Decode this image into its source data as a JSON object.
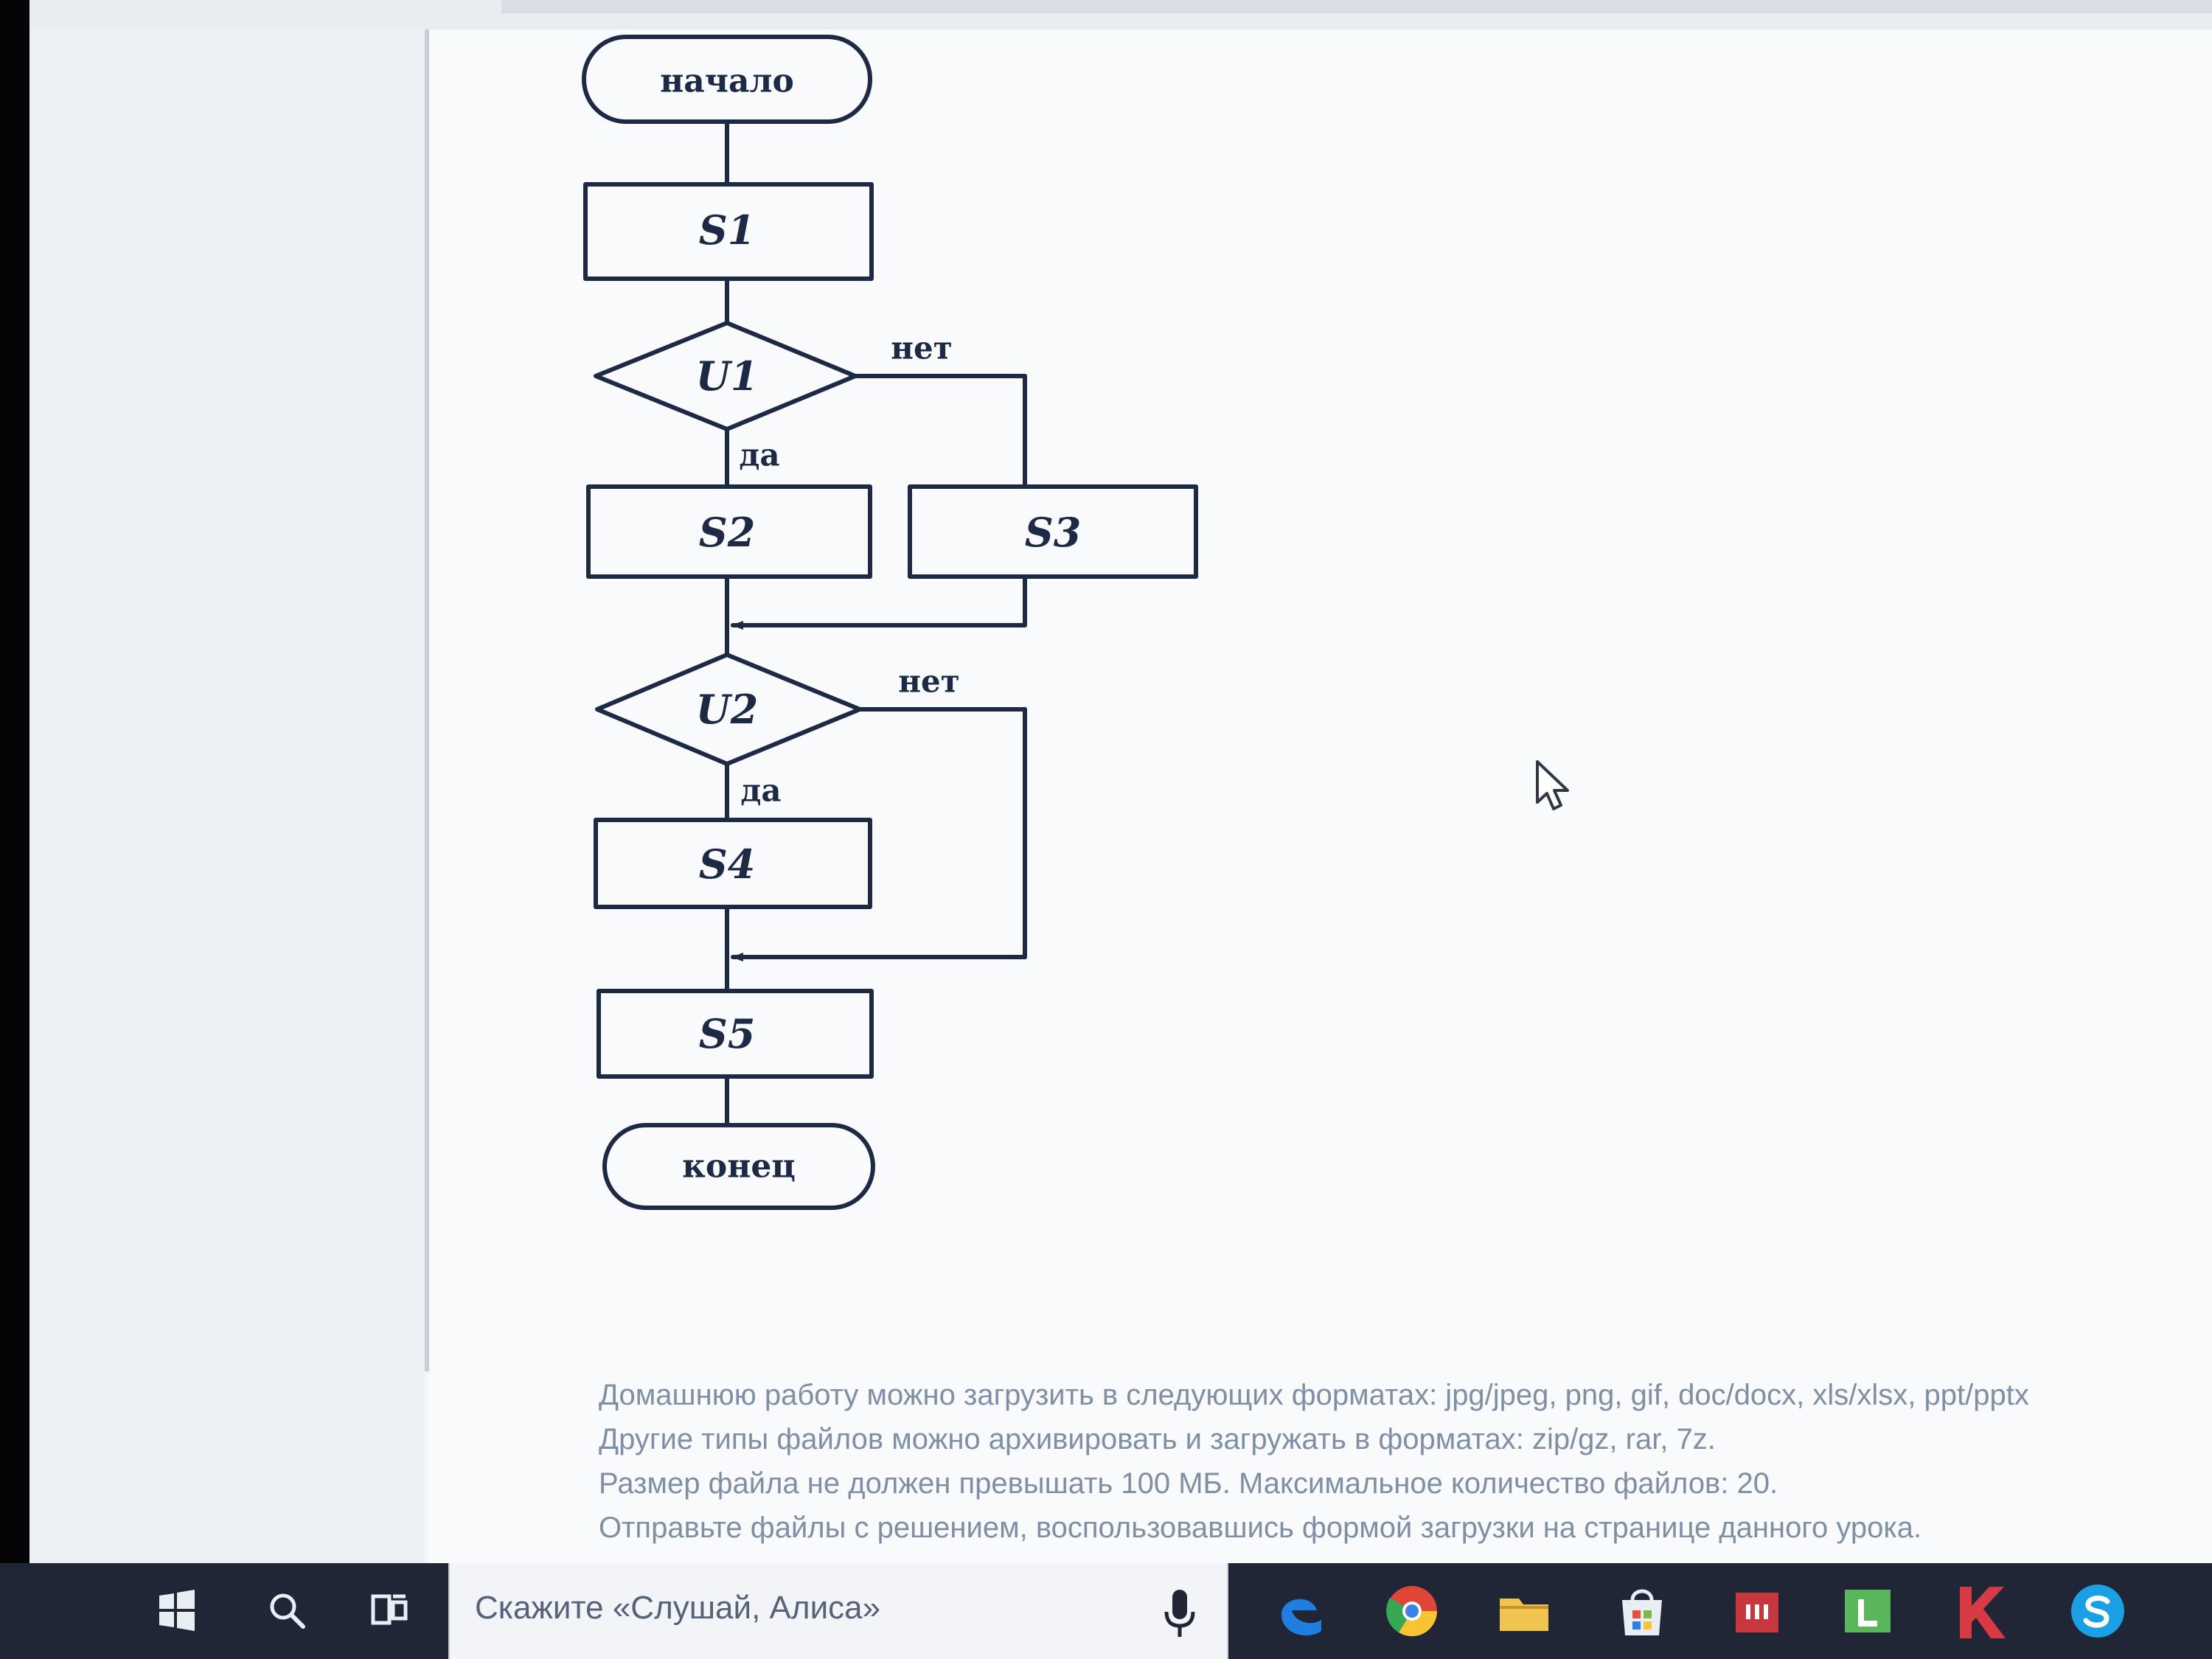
{
  "flowchart": {
    "start": "начало",
    "end": "конец",
    "processes": [
      "S1",
      "S2",
      "S3",
      "S4",
      "S5"
    ],
    "conditions": [
      "U1",
      "U2"
    ],
    "yes_label": "да",
    "no_label": "нет"
  },
  "notes": [
    "Домашнюю работу можно загрузить в следующих форматах: jpg/jpeg, png, gif, doc/docx, xls/xlsx, ppt/pptx",
    "Другие типы файлов можно архивировать и загружать в форматах: zip/gz, rar, 7z.",
    "Размер файла не должен превышать 100 МБ. Максимальное количество файлов: 20.",
    "Отправьте файлы с решением, воспользовавшись формой загрузки на странице данного урока."
  ],
  "taskbar": {
    "search_placeholder": "Скажите «Слушай, Алиса»",
    "icons": {
      "start": "windows-start-icon",
      "search": "search-icon",
      "task_view": "task-view-icon",
      "microphone": "microphone-icon",
      "edge": "edge-icon",
      "chrome": "chrome-icon",
      "files": "folder-icon",
      "store": "store-icon",
      "red_app": "red-app-icon",
      "green_app": "green-app-icon",
      "kaspersky": "kaspersky-icon",
      "skype": "skype-icon"
    }
  },
  "colors": {
    "ink": "#1d2a45",
    "note_text": "#7f8fa5",
    "taskbar": "#202636",
    "edge": "#1f7fe0",
    "chrome_red": "#df4635",
    "chrome_yellow": "#f7c531",
    "chrome_green": "#35a853",
    "files": "#f0c54f",
    "store": "#2f7de1",
    "red_app": "#c9373e",
    "green_app": "#5ab65b",
    "kaspersky": "#d73a43",
    "skype": "#1aa1e5"
  }
}
